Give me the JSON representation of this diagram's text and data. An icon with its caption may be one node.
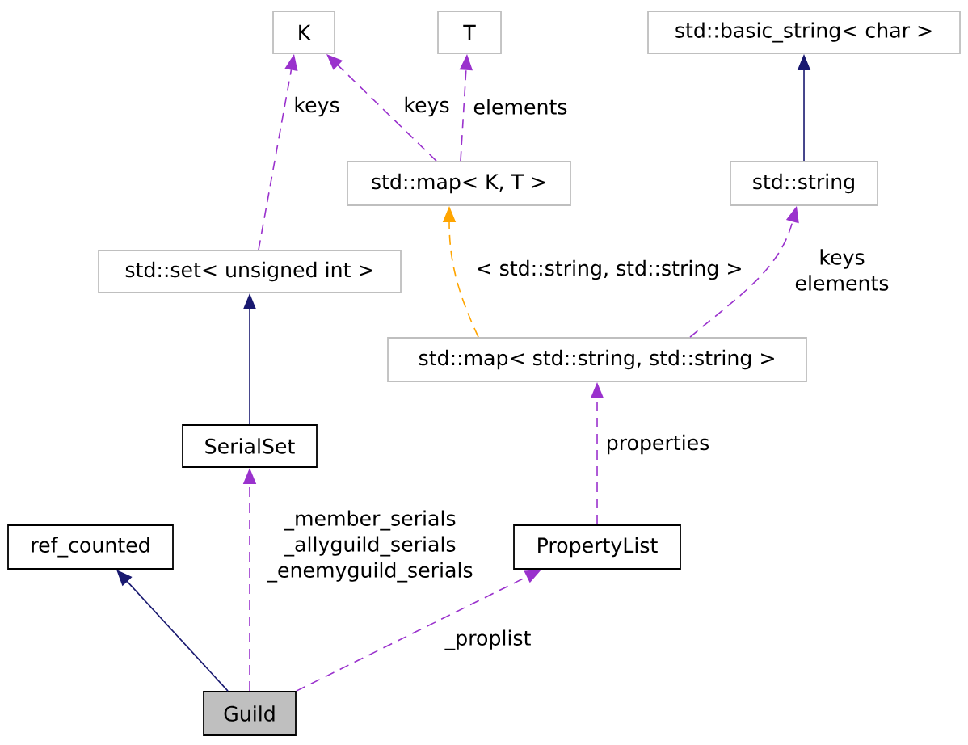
{
  "diagram": {
    "nodes": [
      {
        "text": [
          "K"
        ]
      },
      {
        "text": [
          "T"
        ]
      },
      {
        "text": [
          "std::basic_string< char >"
        ]
      },
      {
        "text": [
          "std::map< K, T >"
        ]
      },
      {
        "text": [
          "std::string"
        ]
      },
      {
        "text": [
          "std::set< unsigned int >"
        ]
      },
      {
        "text": [
          "std::map< std::string, std::string >"
        ]
      },
      {
        "text": [
          "SerialSet"
        ]
      },
      {
        "text": [
          "ref_counted"
        ]
      },
      {
        "text": [
          "PropertyList"
        ]
      },
      {
        "text": [
          "Guild"
        ]
      }
    ],
    "edges": [
      {
        "from": 5,
        "to": 0,
        "arrow": "to",
        "label": "keys",
        "style": "dashed"
      },
      {
        "from": 3,
        "to": 0,
        "arrow": "to",
        "label": "keys",
        "style": "dashed"
      },
      {
        "from": 3,
        "to": 1,
        "arrow": "to",
        "label": "elements",
        "style": "dashed"
      },
      {
        "from": 4,
        "to": 2,
        "arrow": "to",
        "color": "#191970"
      },
      {
        "from": 6,
        "to": 3,
        "arrow": "to",
        "label": "< std::string, std::string >",
        "style": "dashed",
        "color": "#ffa500"
      },
      {
        "from": 6,
        "to": 4,
        "arrow": "to",
        "label": "keys elements",
        "style": "dashed"
      },
      {
        "from": 7,
        "to": 5,
        "arrow": "to",
        "color": "#191970"
      },
      {
        "from": 10,
        "to": 7,
        "arrow": "to",
        "label": "_member_serials _allyguild_serials _enemyguild_serials",
        "style": "dashed"
      },
      {
        "from": 9,
        "to": 6,
        "arrow": "to",
        "label": "properties",
        "style": "dashed"
      },
      {
        "from": 10,
        "to": 8,
        "arrow": "to",
        "color": "#191970"
      },
      {
        "from": 10,
        "to": 9,
        "arrow": "to",
        "label": "_proplist",
        "style": "dashed"
      }
    ]
  }
}
